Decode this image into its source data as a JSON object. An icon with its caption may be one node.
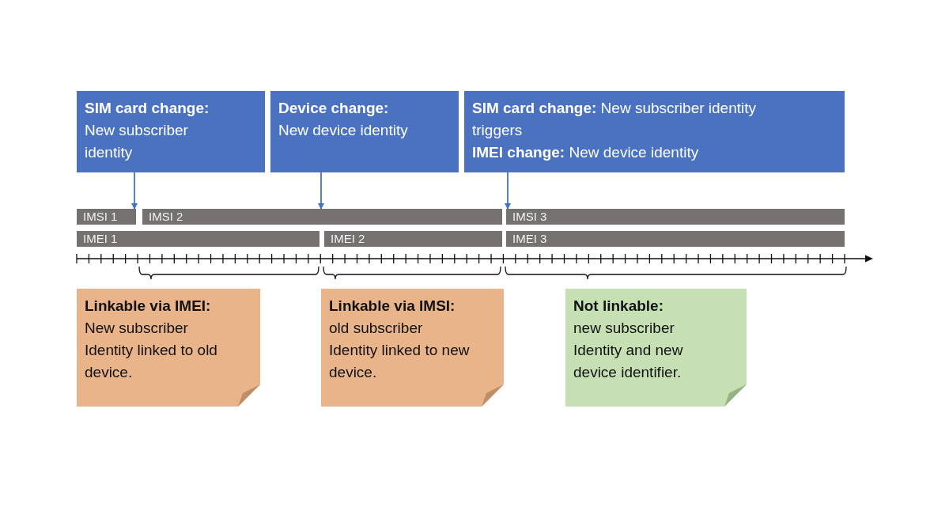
{
  "diagram": {
    "nodes": [
      {
        "text": [
          "SIM card change:",
          "New subscriber identity"
        ]
      },
      {
        "text": [
          "Device change:",
          "New device identity"
        ]
      },
      {
        "text": [
          "**SIM card change:** New subscriber identity triggers",
          "**IMEI change:** New device identity"
        ]
      },
      {
        "text": [
          "IMSI 1"
        ]
      },
      {
        "text": [
          "IMSI 2"
        ]
      },
      {
        "text": [
          "IMSI 3"
        ]
      },
      {
        "text": [
          "IMEI 1"
        ]
      },
      {
        "text": [
          "IMEI 2"
        ]
      },
      {
        "text": [
          "IMEI 3"
        ]
      },
      {
        "text": [
          "Linkable via IMEI:",
          "New subscriber Identity linked to old device."
        ]
      },
      {
        "text": [
          "Linkable via IMSI:",
          "old subscriber Identity linked to new device."
        ]
      },
      {
        "text": [
          "Not linkable:",
          "new subscriber Identity and new device identifier."
        ]
      }
    ],
    "edges": [
      {
        "from": 0,
        "to": 3,
        "arrow": "to"
      },
      {
        "from": 1,
        "to": 4,
        "arrow": "to"
      },
      {
        "from": 2,
        "to": 5,
        "arrow": "to"
      }
    ]
  }
}
